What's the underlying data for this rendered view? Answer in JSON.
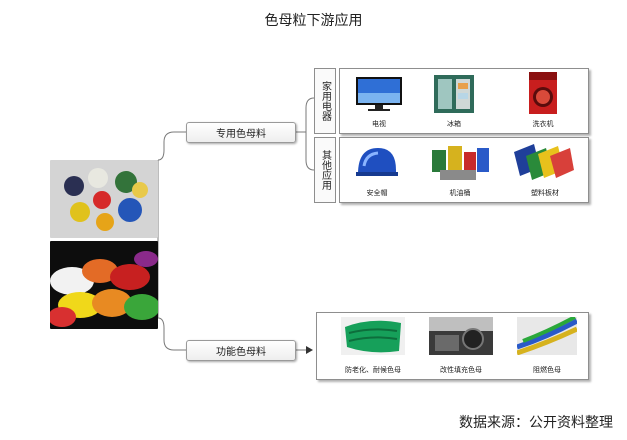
{
  "title": "色母粒下游应用",
  "source": "数据来源：公开资料整理",
  "root_images": [
    "pellets-photo",
    "granules-photo"
  ],
  "branches": [
    {
      "label": "专用色母料",
      "groups": [
        {
          "label": "家用电器",
          "items": [
            "电视",
            "冰箱",
            "洗衣机"
          ]
        },
        {
          "label": "其他应用",
          "items": [
            "安全帽",
            "机油桶",
            "塑料板材"
          ]
        }
      ]
    },
    {
      "label": "功能色母料",
      "items": [
        "防老化、耐候色母",
        "改性填充色母",
        "阻燃色母"
      ]
    }
  ],
  "colors": {
    "line": "#7a7a7a",
    "pellet_red": "#e0281e",
    "pellet_green": "#2aa83b",
    "pellet_yellow": "#e8c11c",
    "pellet_blue": "#2456b8"
  }
}
